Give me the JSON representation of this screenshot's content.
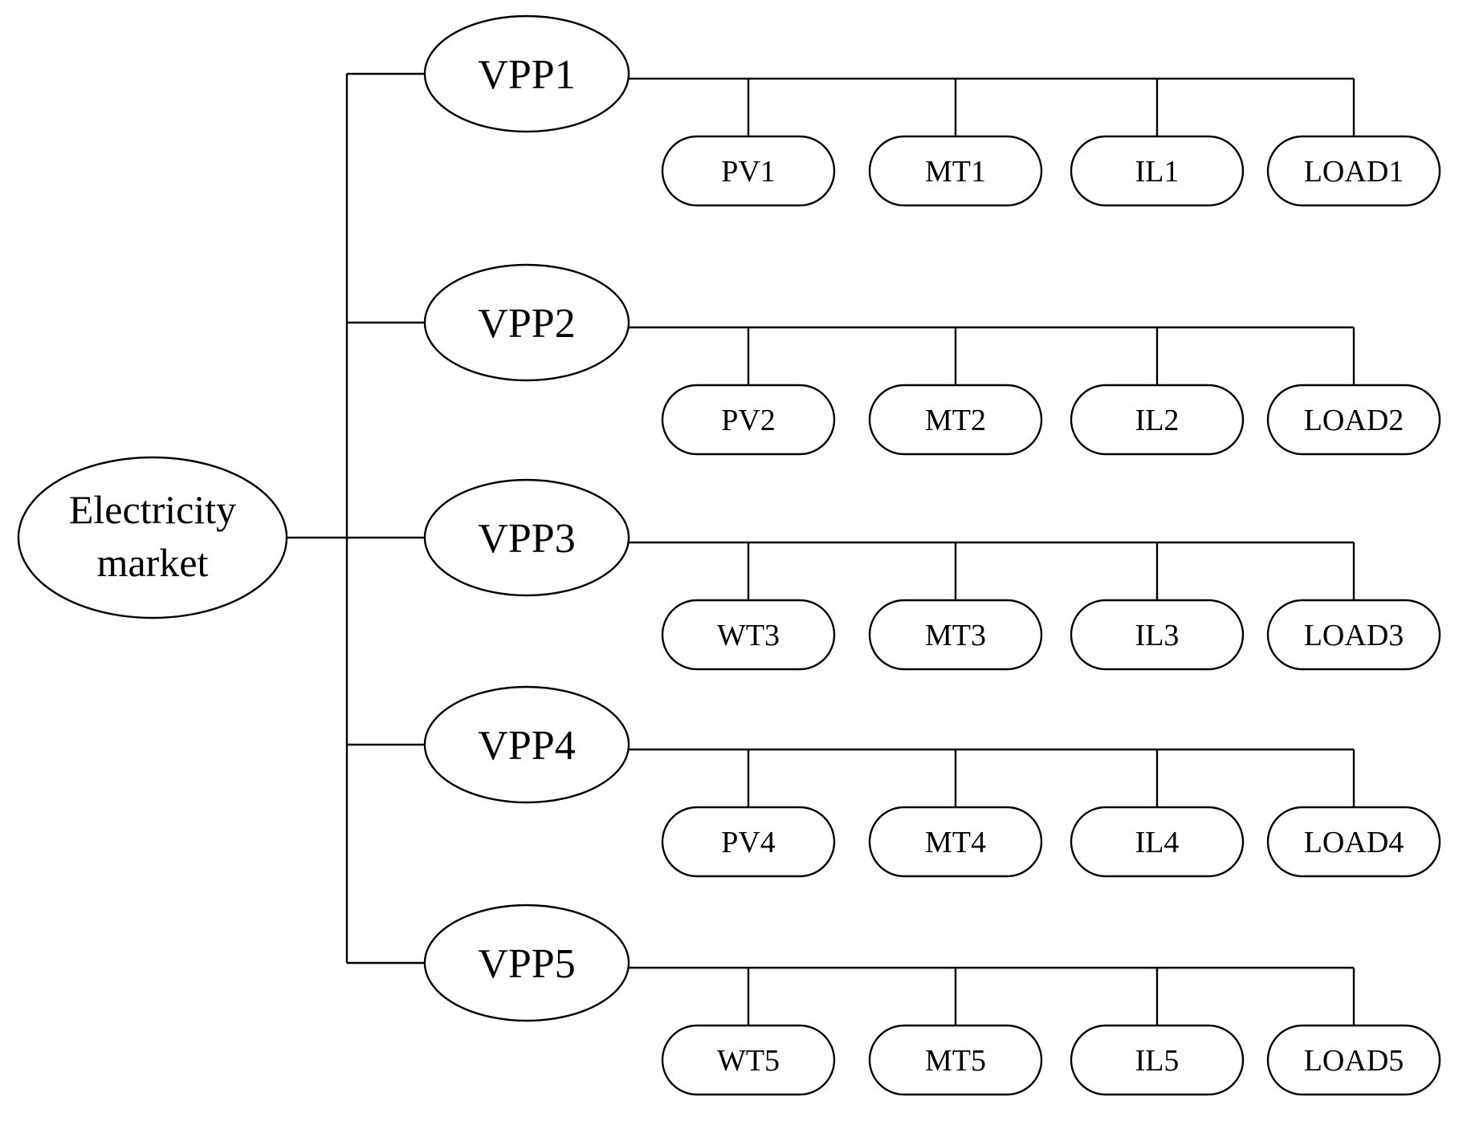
{
  "market": {
    "label_line1": "Electricity",
    "label_line2": "market"
  },
  "vpps": [
    {
      "label": "VPP1",
      "units": [
        "PV1",
        "MT1",
        "IL1",
        "LOAD1"
      ]
    },
    {
      "label": "VPP2",
      "units": [
        "PV2",
        "MT2",
        "IL2",
        "LOAD2"
      ]
    },
    {
      "label": "VPP3",
      "units": [
        "WT3",
        "MT3",
        "IL3",
        "LOAD3"
      ]
    },
    {
      "label": "VPP4",
      "units": [
        "PV4",
        "MT4",
        "IL4",
        "LOAD4"
      ]
    },
    {
      "label": "VPP5",
      "units": [
        "WT5",
        "MT5",
        "IL5",
        "LOAD5"
      ]
    }
  ]
}
